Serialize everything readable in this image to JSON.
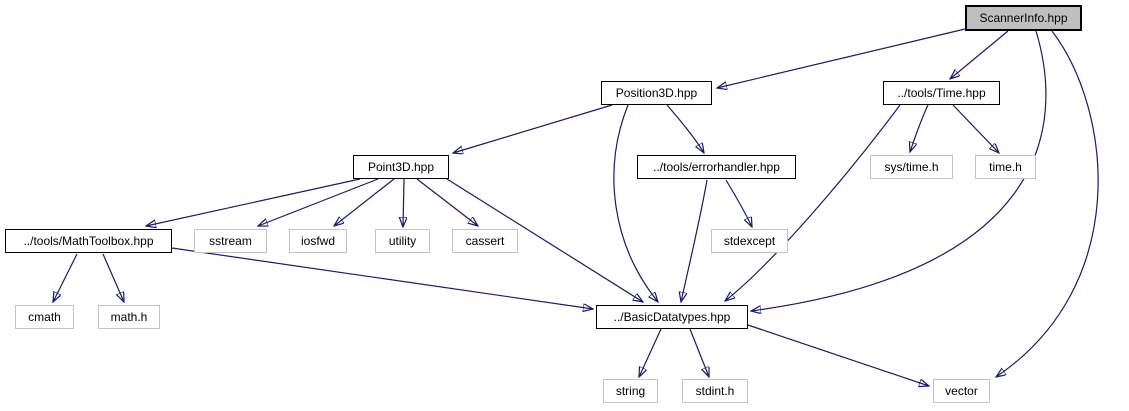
{
  "diagram": {
    "type": "include-dependency-graph",
    "root_file": "ScannerInfo.hpp",
    "colors": {
      "edge": "#191970",
      "root_fill": "#bfbfbf",
      "node_fill": "#ffffff",
      "internal_border": "#000000",
      "leaf_border": "#c4c4c4",
      "text": "#000000"
    },
    "nodes": {
      "scannerinfo": {
        "label": "ScannerInfo.hpp",
        "type": "root"
      },
      "position3d": {
        "label": "Position3D.hpp",
        "type": "internal"
      },
      "time": {
        "label": "../tools/Time.hpp",
        "type": "internal"
      },
      "point3d": {
        "label": "Point3D.hpp",
        "type": "internal"
      },
      "errorhandler": {
        "label": "../tools/errorhandler.hpp",
        "type": "internal"
      },
      "systime": {
        "label": "sys/time.h",
        "type": "leaf"
      },
      "timeh": {
        "label": "time.h",
        "type": "leaf"
      },
      "mathtoolbox": {
        "label": "../tools/MathToolbox.hpp",
        "type": "internal"
      },
      "sstream": {
        "label": "sstream",
        "type": "leaf"
      },
      "iosfwd": {
        "label": "iosfwd",
        "type": "leaf"
      },
      "utility": {
        "label": "utility",
        "type": "leaf"
      },
      "cassert": {
        "label": "cassert",
        "type": "leaf"
      },
      "stdexcept": {
        "label": "stdexcept",
        "type": "leaf"
      },
      "cmath": {
        "label": "cmath",
        "type": "leaf"
      },
      "mathh": {
        "label": "math.h",
        "type": "leaf"
      },
      "basicdatatypes": {
        "label": "../BasicDatatypes.hpp",
        "type": "internal"
      },
      "string": {
        "label": "string",
        "type": "leaf"
      },
      "stdinth": {
        "label": "stdint.h",
        "type": "leaf"
      },
      "vector": {
        "label": "vector",
        "type": "leaf"
      }
    },
    "edges": [
      {
        "from": "ScannerInfo.hpp",
        "to": "Position3D.hpp"
      },
      {
        "from": "ScannerInfo.hpp",
        "to": "../tools/Time.hpp"
      },
      {
        "from": "ScannerInfo.hpp",
        "to": "../BasicDatatypes.hpp"
      },
      {
        "from": "ScannerInfo.hpp",
        "to": "vector"
      },
      {
        "from": "Position3D.hpp",
        "to": "Point3D.hpp"
      },
      {
        "from": "Position3D.hpp",
        "to": "../tools/errorhandler.hpp"
      },
      {
        "from": "Position3D.hpp",
        "to": "../BasicDatatypes.hpp"
      },
      {
        "from": "../tools/Time.hpp",
        "to": "sys/time.h"
      },
      {
        "from": "../tools/Time.hpp",
        "to": "time.h"
      },
      {
        "from": "../tools/Time.hpp",
        "to": "../BasicDatatypes.hpp"
      },
      {
        "from": "Point3D.hpp",
        "to": "../tools/MathToolbox.hpp"
      },
      {
        "from": "Point3D.hpp",
        "to": "sstream"
      },
      {
        "from": "Point3D.hpp",
        "to": "iosfwd"
      },
      {
        "from": "Point3D.hpp",
        "to": "utility"
      },
      {
        "from": "Point3D.hpp",
        "to": "cassert"
      },
      {
        "from": "Point3D.hpp",
        "to": "../BasicDatatypes.hpp"
      },
      {
        "from": "../tools/errorhandler.hpp",
        "to": "stdexcept"
      },
      {
        "from": "../tools/errorhandler.hpp",
        "to": "../BasicDatatypes.hpp"
      },
      {
        "from": "../tools/MathToolbox.hpp",
        "to": "cmath"
      },
      {
        "from": "../tools/MathToolbox.hpp",
        "to": "math.h"
      },
      {
        "from": "../tools/MathToolbox.hpp",
        "to": "../BasicDatatypes.hpp"
      },
      {
        "from": "../BasicDatatypes.hpp",
        "to": "string"
      },
      {
        "from": "../BasicDatatypes.hpp",
        "to": "stdint.h"
      },
      {
        "from": "../BasicDatatypes.hpp",
        "to": "vector"
      }
    ]
  }
}
